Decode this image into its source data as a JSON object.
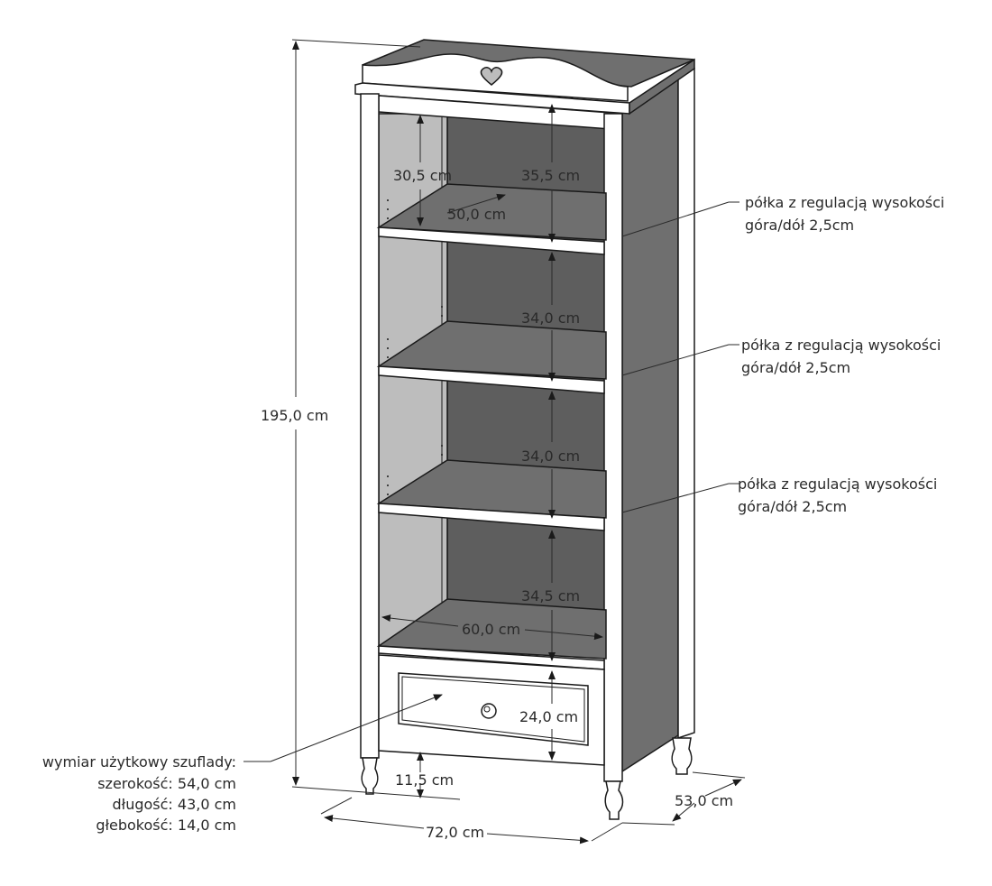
{
  "dimensions": {
    "total_height": "195,0 cm",
    "top_gap": "30,5 cm",
    "inner_depth": "50,0 cm",
    "space_1": "35,5 cm",
    "space_2": "34,0 cm",
    "space_3": "34,0 cm",
    "space_4": "34,5 cm",
    "inner_width": "60,0 cm",
    "drawer_height": "24,0 cm",
    "leg_height": "11,5 cm",
    "total_width": "72,0 cm",
    "total_depth": "53,0 cm"
  },
  "shelf_notes": [
    {
      "line1": "półka z regulacją wysokości",
      "line2": "góra/dół 2,5cm"
    },
    {
      "line1": "półka z regulacją wysokości",
      "line2": "góra/dół 2,5cm"
    },
    {
      "line1": "półka z regulacją wysokości",
      "line2": "góra/dół 2,5cm"
    }
  ],
  "drawer_info": {
    "title": "wymiar użytkowy szuflady:",
    "width": "szerokość: 54,0 cm",
    "length": "długość: 43,0 cm",
    "depth": "głebokość: 14,0 cm"
  }
}
